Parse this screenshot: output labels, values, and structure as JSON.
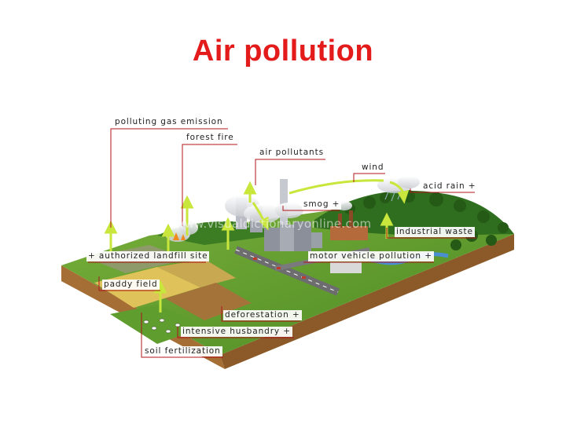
{
  "title": "Air pollution",
  "watermark": "www.visualdictionaryonline.com",
  "labels": {
    "polluting_gas_emission": "polluting gas emission",
    "forest_fire": "forest fire",
    "air_pollutants": "air pollutants",
    "wind": "wind",
    "acid_rain": "acid rain +",
    "smog": "smog +",
    "industrial_waste": "industrial waste",
    "authorized_landfill_site": "+ authorized landfill site",
    "motor_vehicle_pollution": "motor vehicle pollution +",
    "paddy_field": "paddy field",
    "deforestation": "deforestation +",
    "intensive_husbandry": "intensive husbandry +",
    "soil_fertilization": "soil fertilization"
  },
  "colors": {
    "title": "#e31b1b",
    "leader_line": "#b0141a",
    "emission_arrow": "#c8e63c",
    "grass": "#5a9a2a",
    "forest": "#2f6e1e",
    "soil_side": "#b07a3c",
    "water": "#4a8fd0"
  }
}
